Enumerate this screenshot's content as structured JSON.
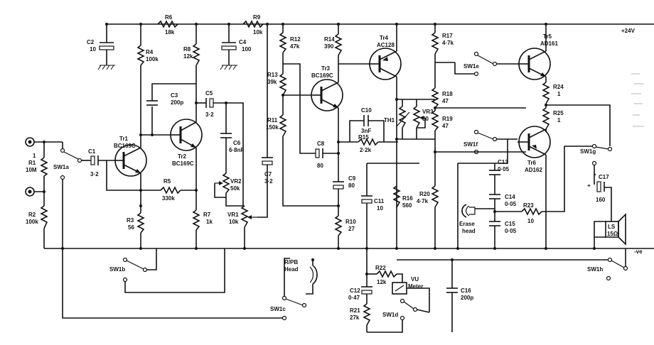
{
  "rails": {
    "pos_label": "+24V",
    "neg_label": "-ve"
  },
  "components": {
    "C1": {
      "ref": "C1",
      "val": "3·2"
    },
    "C2": {
      "ref": "C2",
      "val": "10"
    },
    "C3": {
      "ref": "C3",
      "val": "200p"
    },
    "C4": {
      "ref": "C4",
      "val": "100"
    },
    "C5": {
      "ref": "C5",
      "val": "3·2"
    },
    "C6": {
      "ref": "C6",
      "val": "6·8nF"
    },
    "C7": {
      "ref": "C7",
      "val": "3·2"
    },
    "C8": {
      "ref": "C8",
      "val": "80"
    },
    "C9": {
      "ref": "C9",
      "val": "80"
    },
    "C10": {
      "ref": "C10",
      "val": "3nF"
    },
    "C11": {
      "ref": "C11",
      "val": "10"
    },
    "C12": {
      "ref": "C12",
      "val": "0·47"
    },
    "C13": {
      "ref": "C13",
      "val": "0·05"
    },
    "C14": {
      "ref": "C14",
      "val": "0·05"
    },
    "C15": {
      "ref": "C15",
      "val": "0·05"
    },
    "C16": {
      "ref": "C16",
      "val": "200p"
    },
    "C17": {
      "ref": "C17",
      "val": "160"
    },
    "R1": {
      "ref": "R1",
      "val": "10M"
    },
    "R2": {
      "ref": "R2",
      "val": "100k"
    },
    "R3": {
      "ref": "R3",
      "val": "56"
    },
    "R4": {
      "ref": "R4",
      "val": "100k"
    },
    "R5": {
      "ref": "R5",
      "val": "330k"
    },
    "R6": {
      "ref": "R6",
      "val": "18k"
    },
    "R7": {
      "ref": "R7",
      "val": "1k"
    },
    "R8": {
      "ref": "R8",
      "val": "12k"
    },
    "R9": {
      "ref": "R9",
      "val": "10k"
    },
    "R10": {
      "ref": "R10",
      "val": "27"
    },
    "R11": {
      "ref": "R11",
      "val": "150k"
    },
    "R12": {
      "ref": "R12",
      "val": "47k"
    },
    "R13": {
      "ref": "R13",
      "val": "39k"
    },
    "R14": {
      "ref": "R14",
      "val": "390"
    },
    "R15": {
      "ref": "R15",
      "val": "2·2k"
    },
    "R16": {
      "ref": "R16",
      "val": "560"
    },
    "R17": {
      "ref": "R17",
      "val": "4·7k"
    },
    "R18": {
      "ref": "R18",
      "val": "47"
    },
    "R19": {
      "ref": "R19",
      "val": "47"
    },
    "R20": {
      "ref": "R20",
      "val": "4·7k"
    },
    "R21": {
      "ref": "R21",
      "val": "27k"
    },
    "R22": {
      "ref": "R22",
      "val": "12k"
    },
    "R23": {
      "ref": "R23",
      "val": "10"
    },
    "R24": {
      "ref": "R24",
      "val": "1"
    },
    "R25": {
      "ref": "R25",
      "val": "1"
    },
    "VR1": {
      "ref": "VR1",
      "val": "10k"
    },
    "VR2": {
      "ref": "VR2",
      "val": "50k"
    },
    "VR3": {
      "ref": "VR3",
      "val": "50"
    },
    "TH1": {
      "ref": "TH1"
    },
    "Tr1": {
      "ref": "Tr1",
      "val": "BC169C"
    },
    "Tr2": {
      "ref": "Tr2",
      "val": "BC169C"
    },
    "Tr3": {
      "ref": "Tr3",
      "val": "BC169C"
    },
    "Tr4": {
      "ref": "Tr4",
      "val": "AC128"
    },
    "Tr5": {
      "ref": "Tr5",
      "val": "AD161"
    },
    "Tr6": {
      "ref": "Tr6",
      "val": "AD162"
    },
    "LS": {
      "ref": "LS",
      "val": "15Ω"
    }
  },
  "switches": {
    "SW1a": "SW1a",
    "SW1b": "SW1b",
    "SW1c": "SW1c",
    "SW1d": "SW1d",
    "SW1e": "SW1e",
    "SW1f": "SW1f",
    "SW1g": "SW1g",
    "SW1h": "SW1h"
  },
  "labels": {
    "input_one": "1",
    "rpb_head_1": "R/PB",
    "rpb_head_2": "Head",
    "erase_head_1": "Erase",
    "erase_head_2": "head",
    "vu_meter_1": "VU",
    "vu_meter_2": "Meter"
  }
}
